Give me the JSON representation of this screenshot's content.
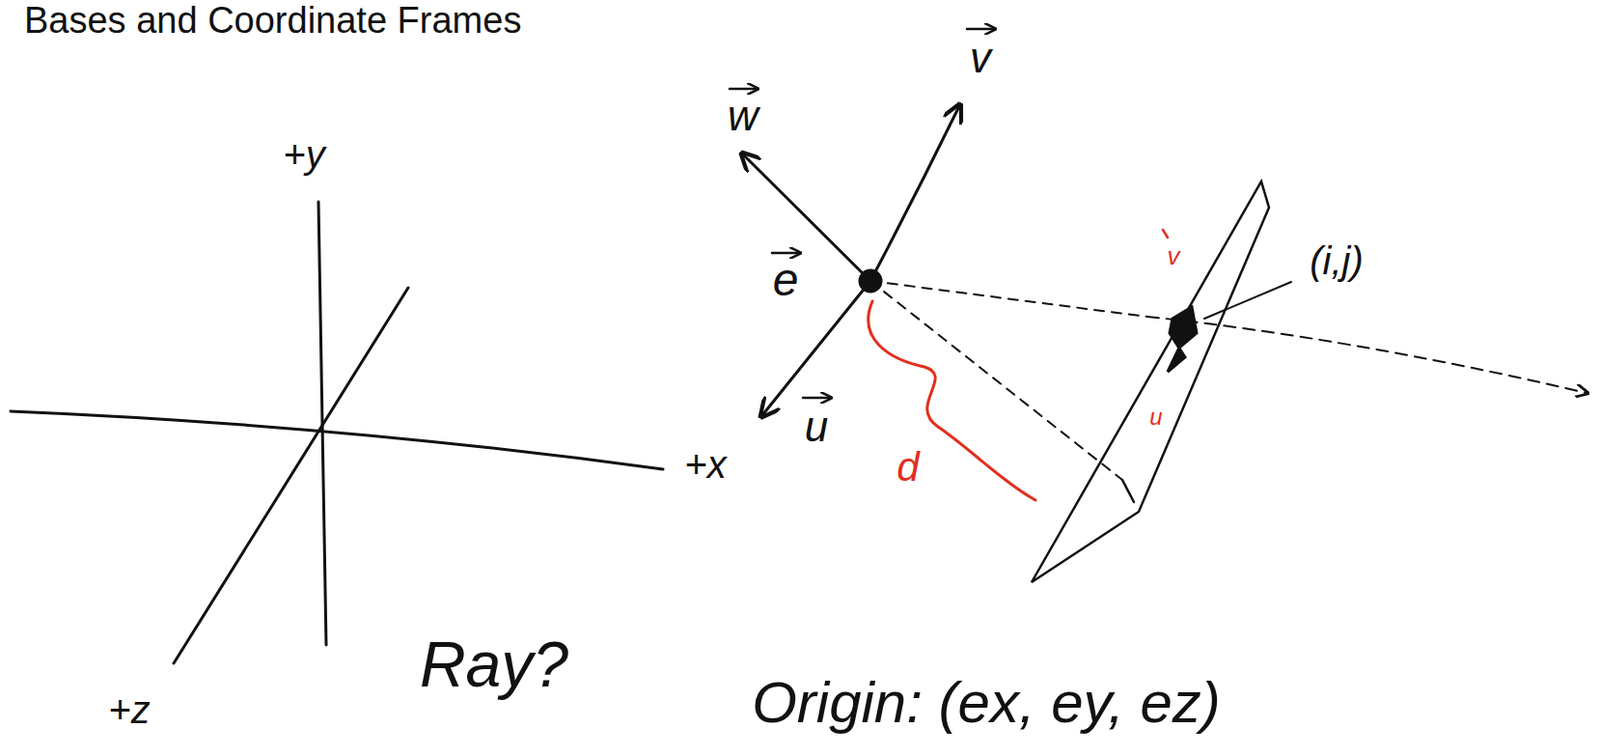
{
  "diagram": {
    "title": "Bases and Coordinate Frames",
    "labels": [
      "+y",
      "+x",
      "+z",
      "w",
      "v",
      "e",
      "u",
      "d",
      "v",
      "(i,j)",
      "u",
      "Ray?",
      "Origin: (ex, ey, ez)"
    ]
  }
}
